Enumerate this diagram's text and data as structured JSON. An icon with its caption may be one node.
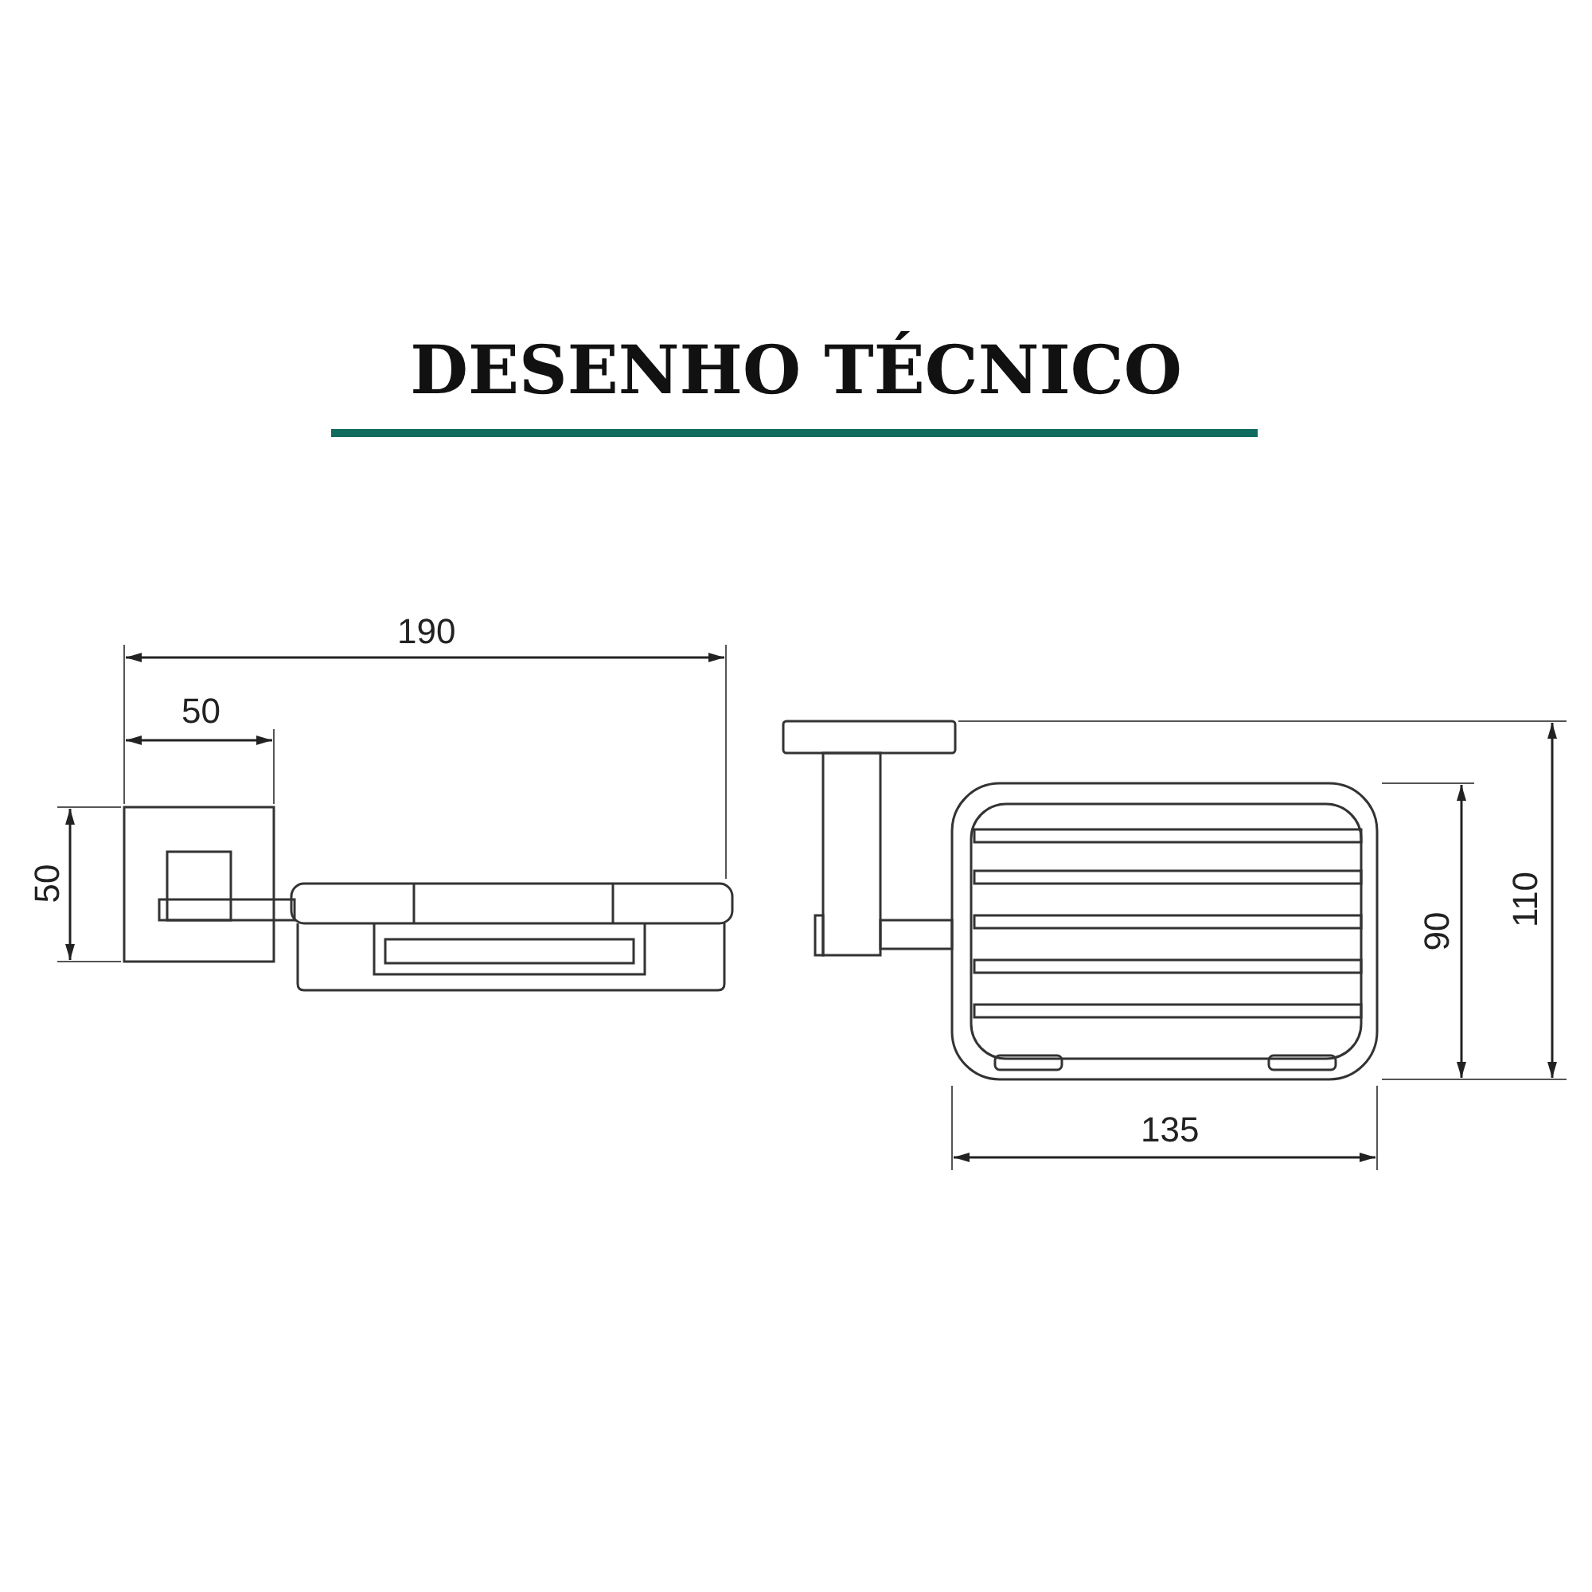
{
  "diagram": {
    "title": "DESENHO TÉCNICO",
    "labels": [
      "190",
      "50",
      "50",
      "90",
      "110",
      "135"
    ]
  }
}
